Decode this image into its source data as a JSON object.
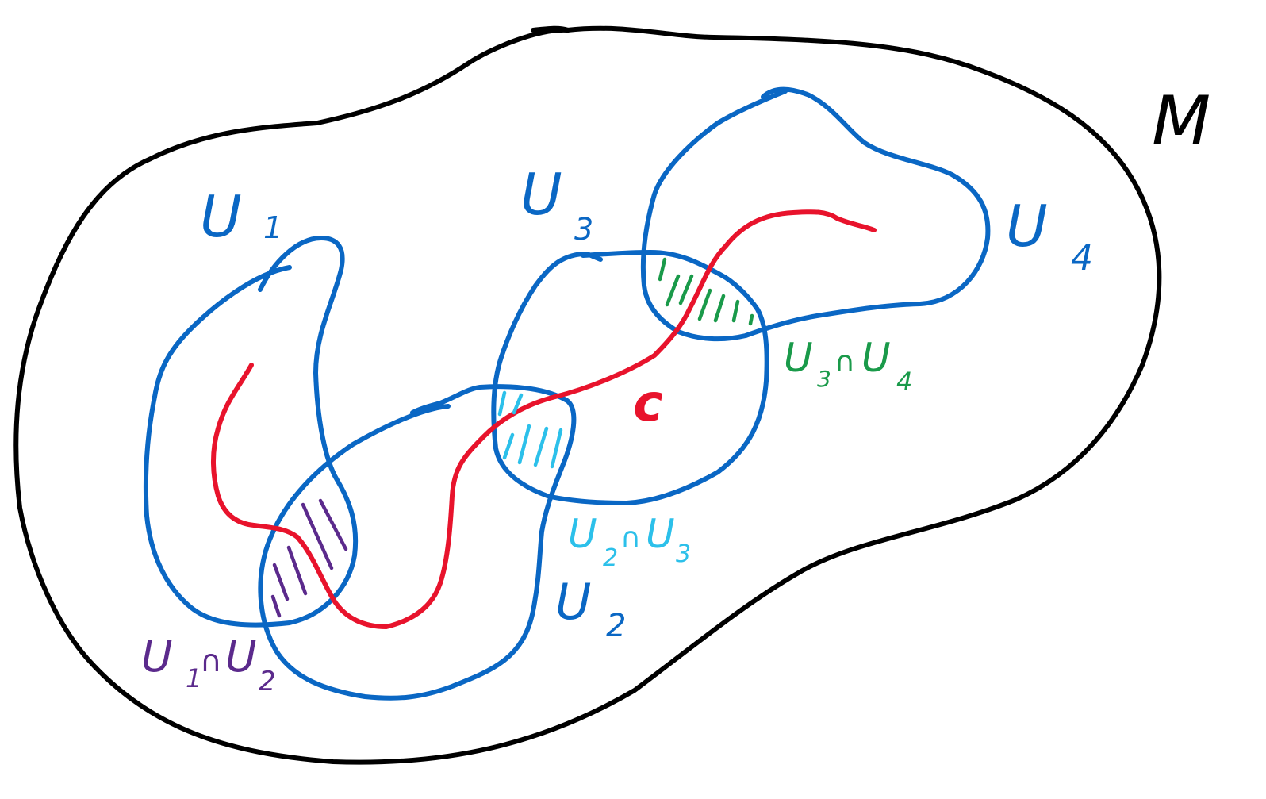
{
  "colors": {
    "manifold": "#000000",
    "chart": "#0a67c4",
    "curve": "#e8132c",
    "u1_cap_u2": "#5b2a8c",
    "u2_cap_u3": "#2cc0ea",
    "u3_cap_u4": "#1a9a4a"
  },
  "labels": {
    "manifold": "M",
    "curve": "c",
    "u1": {
      "base": "U",
      "sub": "1"
    },
    "u2": {
      "base": "U",
      "sub": "2"
    },
    "u3": {
      "base": "U",
      "sub": "3"
    },
    "u4": {
      "base": "U",
      "sub": "4"
    },
    "u1_cap_u2": {
      "a": "U",
      "a_sub": "1",
      "cap": "∩",
      "b": "U",
      "b_sub": "2"
    },
    "u2_cap_u3": {
      "a": "U",
      "a_sub": "2",
      "cap": "∩",
      "b": "U",
      "b_sub": "3"
    },
    "u3_cap_u4": {
      "a": "U",
      "a_sub": "3",
      "cap": "∩",
      "b": "U",
      "b_sub": "4"
    }
  }
}
